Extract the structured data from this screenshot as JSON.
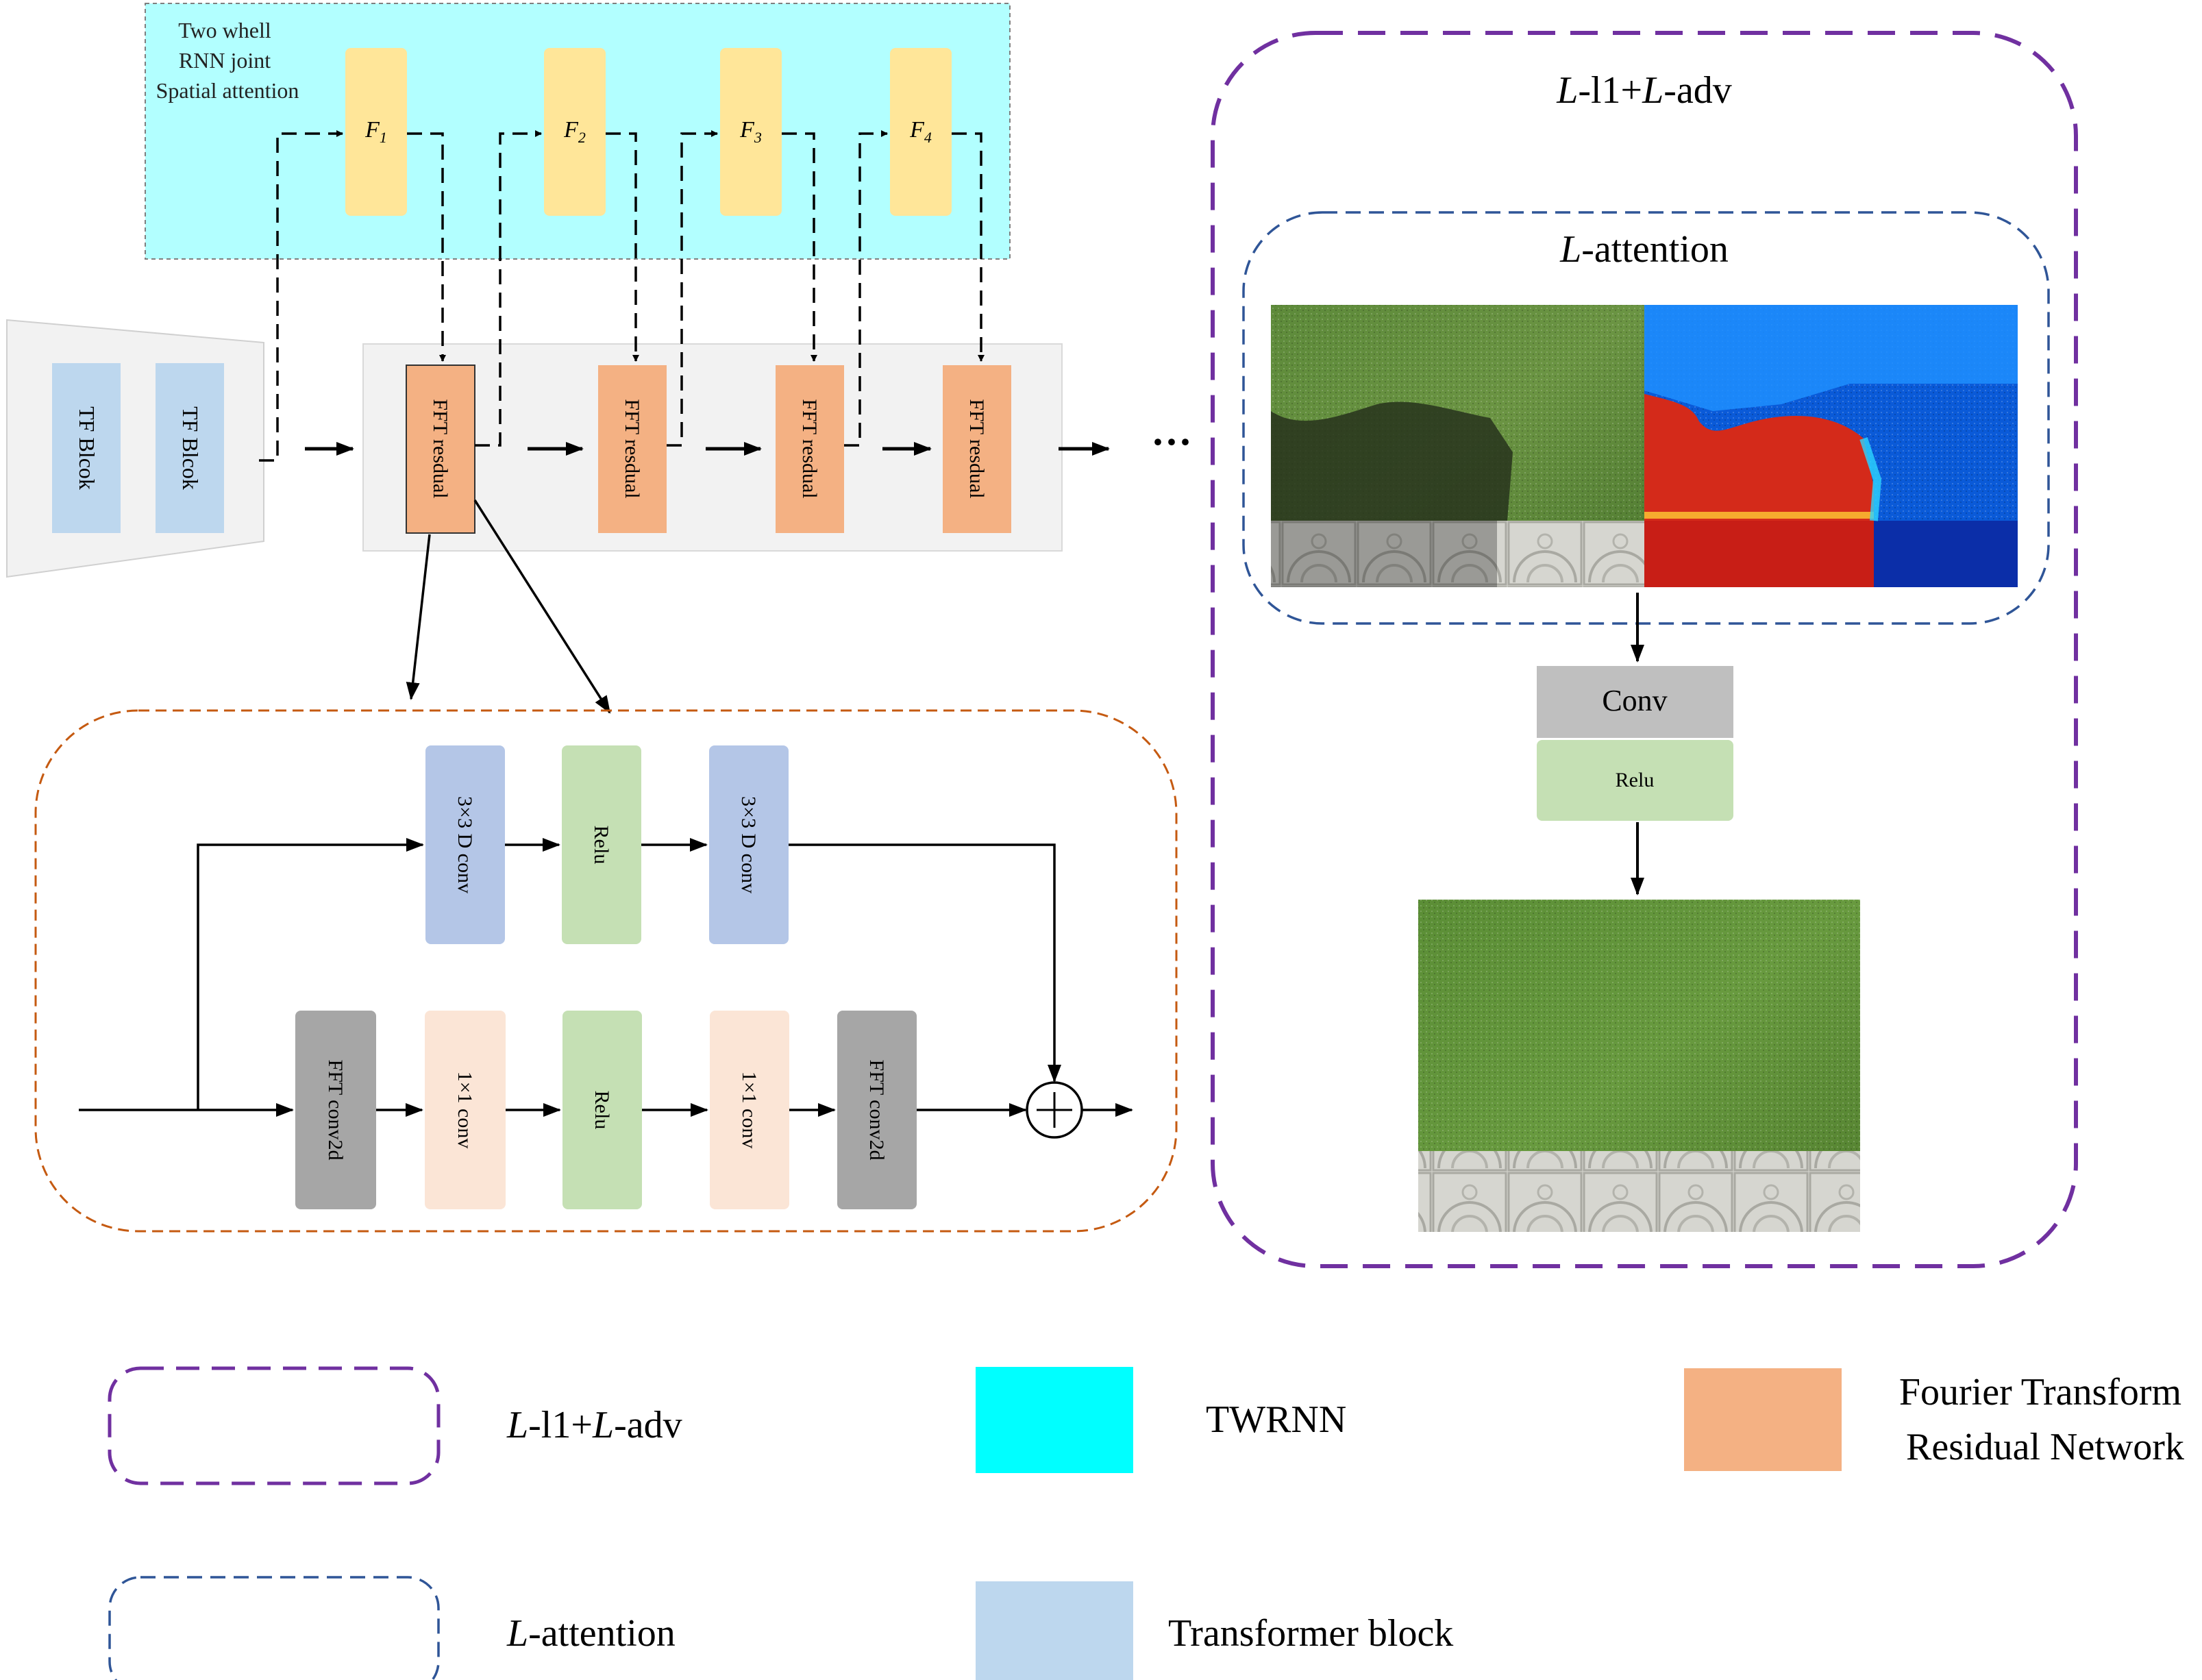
{
  "twrnn": {
    "title_lines": [
      "Two whell",
      "RNN joint",
      "Spatial attention"
    ],
    "f_units": [
      {
        "base": "F",
        "sub": "1"
      },
      {
        "base": "F",
        "sub": "2"
      },
      {
        "base": "F",
        "sub": "3"
      },
      {
        "base": "F",
        "sub": "4"
      }
    ]
  },
  "encoder": {
    "blocks": [
      "TF Blcok",
      "TF Blcok"
    ]
  },
  "fft_chain": {
    "blocks": [
      "FFT resdual",
      "FFT resdual",
      "FFT resdual",
      "FFT resdual"
    ],
    "ellipsis": "···"
  },
  "residual_detail": {
    "top_branch": [
      "3×3 D conv",
      "Relu",
      "3×3 D conv"
    ],
    "bottom_branch": [
      "FFT conv2d",
      "1×1 conv",
      "Relu",
      "1×1 conv",
      "FFT conv2d"
    ],
    "sum_symbol": "+"
  },
  "loss_panel": {
    "title_parts": [
      {
        "t": "L",
        "i": true
      },
      {
        "t": "-l1+",
        "i": false
      },
      {
        "t": "L",
        "i": true
      },
      {
        "t": "-adv",
        "i": false
      }
    ],
    "attention_title_parts": [
      {
        "t": "L",
        "i": true
      },
      {
        "t": "-attention",
        "i": false
      }
    ],
    "conv_label": "Conv",
    "relu_label": "Relu"
  },
  "legend": {
    "loss_parts": [
      {
        "t": "L",
        "i": true
      },
      {
        "t": "-l1+",
        "i": false
      },
      {
        "t": "L",
        "i": true
      },
      {
        "t": "-adv",
        "i": false
      }
    ],
    "attention_parts": [
      {
        "t": "L",
        "i": true
      },
      {
        "t": "-attention",
        "i": false
      }
    ],
    "twrnn": "TWRNN",
    "transformer": "Transformer block",
    "fourier_lines": [
      "Fourier Transform",
      "Residual Network"
    ]
  },
  "colors": {
    "twrnn_bg": "#00ffff",
    "f_unit": "#ffe699",
    "fft_block": "#f4b183",
    "tf_block": "#bdd7ee",
    "conv3": "#b4c6e7",
    "relu": "#c5e0b4",
    "conv1": "#fbe5d6",
    "fft_conv": "#a6a6a6",
    "purple": "#7030a0",
    "blue_dash": "#2f5597",
    "orange_dash": "#c55a11"
  }
}
